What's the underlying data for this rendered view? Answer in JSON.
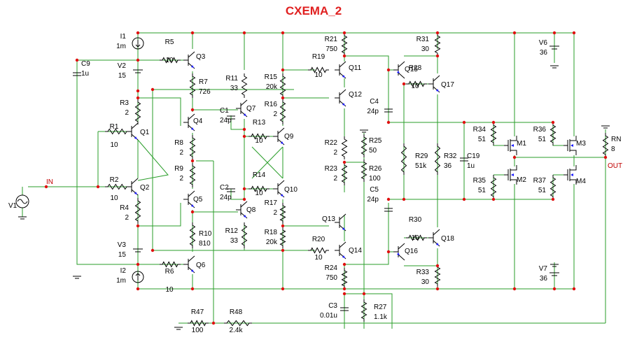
{
  "title": "CXEMA_2",
  "nets": {
    "in": "IN",
    "out": "OUT"
  },
  "colors": {
    "wire": "#2a9d2a",
    "node": "#e01010",
    "title": "#e02020",
    "component": "#000000"
  },
  "components": [
    {
      "ref": "I1",
      "value": "1m"
    },
    {
      "ref": "I2",
      "value": "1m"
    },
    {
      "ref": "V1",
      "value": ""
    },
    {
      "ref": "V2",
      "value": "15"
    },
    {
      "ref": "V3",
      "value": "15"
    },
    {
      "ref": "V6",
      "value": "36"
    },
    {
      "ref": "V7",
      "value": "36"
    },
    {
      "ref": "C9",
      "value": "1u"
    },
    {
      "ref": "C1",
      "value": "24p"
    },
    {
      "ref": "C2",
      "value": "24p"
    },
    {
      "ref": "C3",
      "value": "0.01u"
    },
    {
      "ref": "C4",
      "value": "24p"
    },
    {
      "ref": "C5",
      "value": "24p"
    },
    {
      "ref": "C19",
      "value": "1u"
    },
    {
      "ref": "R1",
      "value": "10"
    },
    {
      "ref": "R2",
      "value": "10"
    },
    {
      "ref": "R3",
      "value": "2"
    },
    {
      "ref": "R4",
      "value": "2"
    },
    {
      "ref": "R5",
      "value": "10"
    },
    {
      "ref": "R6",
      "value": "10"
    },
    {
      "ref": "R7",
      "value": "726"
    },
    {
      "ref": "R8",
      "value": "2"
    },
    {
      "ref": "R9",
      "value": "2"
    },
    {
      "ref": "R10",
      "value": "810"
    },
    {
      "ref": "R11",
      "value": "33"
    },
    {
      "ref": "R12",
      "value": "33"
    },
    {
      "ref": "R13",
      "value": "10"
    },
    {
      "ref": "R14",
      "value": "10"
    },
    {
      "ref": "R15",
      "value": "20k"
    },
    {
      "ref": "R16",
      "value": "2"
    },
    {
      "ref": "R17",
      "value": "2"
    },
    {
      "ref": "R18",
      "value": "20k"
    },
    {
      "ref": "R19",
      "value": "10"
    },
    {
      "ref": "R20",
      "value": "10"
    },
    {
      "ref": "R21",
      "value": "750"
    },
    {
      "ref": "R22",
      "value": "2"
    },
    {
      "ref": "R23",
      "value": "2"
    },
    {
      "ref": "R24",
      "value": "750"
    },
    {
      "ref": "R25",
      "value": "50"
    },
    {
      "ref": "R26",
      "value": "100"
    },
    {
      "ref": "R27",
      "value": "1.1k"
    },
    {
      "ref": "R28",
      "value": "10"
    },
    {
      "ref": "R29",
      "value": "51k"
    },
    {
      "ref": "R30",
      "value": "10"
    },
    {
      "ref": "R31",
      "value": "30"
    },
    {
      "ref": "R32",
      "value": "36"
    },
    {
      "ref": "R33",
      "value": "30"
    },
    {
      "ref": "R34",
      "value": "51"
    },
    {
      "ref": "R35",
      "value": "51"
    },
    {
      "ref": "R36",
      "value": "51"
    },
    {
      "ref": "R37",
      "value": "51"
    },
    {
      "ref": "R47",
      "value": "100"
    },
    {
      "ref": "R48",
      "value": "2.4k"
    },
    {
      "ref": "RN",
      "value": "8"
    },
    {
      "ref": "Q1",
      "value": ""
    },
    {
      "ref": "Q2",
      "value": ""
    },
    {
      "ref": "Q3",
      "value": ""
    },
    {
      "ref": "Q4",
      "value": ""
    },
    {
      "ref": "Q5",
      "value": ""
    },
    {
      "ref": "Q6",
      "value": ""
    },
    {
      "ref": "Q7",
      "value": ""
    },
    {
      "ref": "Q8",
      "value": ""
    },
    {
      "ref": "Q9",
      "value": ""
    },
    {
      "ref": "Q10",
      "value": ""
    },
    {
      "ref": "Q11",
      "value": ""
    },
    {
      "ref": "Q12",
      "value": ""
    },
    {
      "ref": "Q13",
      "value": ""
    },
    {
      "ref": "Q14",
      "value": ""
    },
    {
      "ref": "Q15",
      "value": ""
    },
    {
      "ref": "Q16",
      "value": ""
    },
    {
      "ref": "Q17",
      "value": ""
    },
    {
      "ref": "Q18",
      "value": ""
    },
    {
      "ref": "M1",
      "value": ""
    },
    {
      "ref": "M2",
      "value": ""
    },
    {
      "ref": "M3",
      "value": ""
    },
    {
      "ref": "M4",
      "value": ""
    }
  ]
}
